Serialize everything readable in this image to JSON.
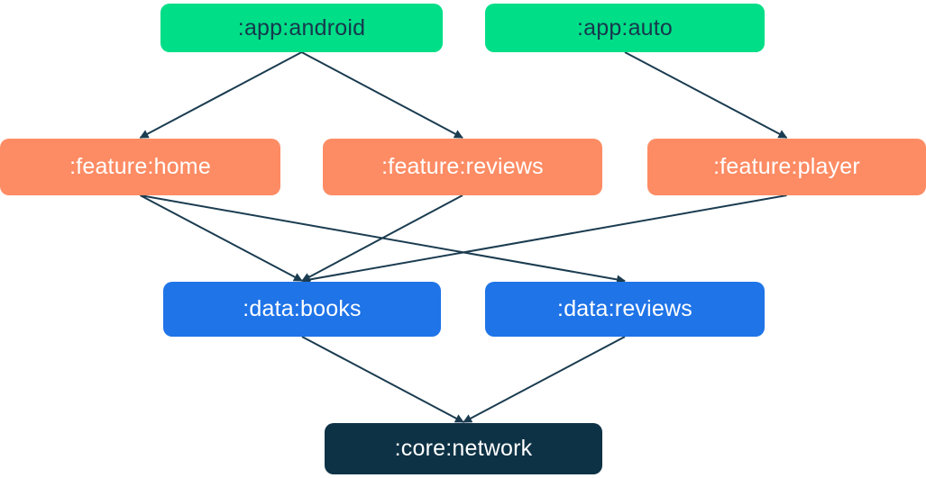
{
  "diagram": {
    "type": "module-dependency-graph",
    "colors": {
      "app": "#00DE87",
      "feature": "#FD8C64",
      "data": "#1F74E8",
      "core": "#0E3245",
      "arrow": "#1B3C50",
      "text_on_app": "#17384D",
      "text_light": "#FFFFFF",
      "background": "#FFFFFF"
    },
    "nodes": [
      {
        "id": "app-android",
        "type": "app",
        "label": ":app:android"
      },
      {
        "id": "app-auto",
        "type": "app",
        "label": ":app:auto"
      },
      {
        "id": "feature-home",
        "type": "feature",
        "label": ":feature:home"
      },
      {
        "id": "feature-reviews",
        "type": "feature",
        "label": ":feature:reviews"
      },
      {
        "id": "feature-player",
        "type": "feature",
        "label": ":feature:player"
      },
      {
        "id": "data-books",
        "type": "data",
        "label": ":data:books"
      },
      {
        "id": "data-reviews",
        "type": "data",
        "label": ":data:reviews"
      },
      {
        "id": "core-network",
        "type": "core",
        "label": ":core:network"
      }
    ],
    "edges": [
      {
        "from": "app-android",
        "to": "feature-home"
      },
      {
        "from": "app-android",
        "to": "feature-reviews"
      },
      {
        "from": "app-auto",
        "to": "feature-player"
      },
      {
        "from": "feature-home",
        "to": "data-books"
      },
      {
        "from": "feature-home",
        "to": "data-reviews"
      },
      {
        "from": "feature-reviews",
        "to": "data-books"
      },
      {
        "from": "feature-player",
        "to": "data-books"
      },
      {
        "from": "data-books",
        "to": "core-network"
      },
      {
        "from": "data-reviews",
        "to": "core-network"
      }
    ]
  }
}
